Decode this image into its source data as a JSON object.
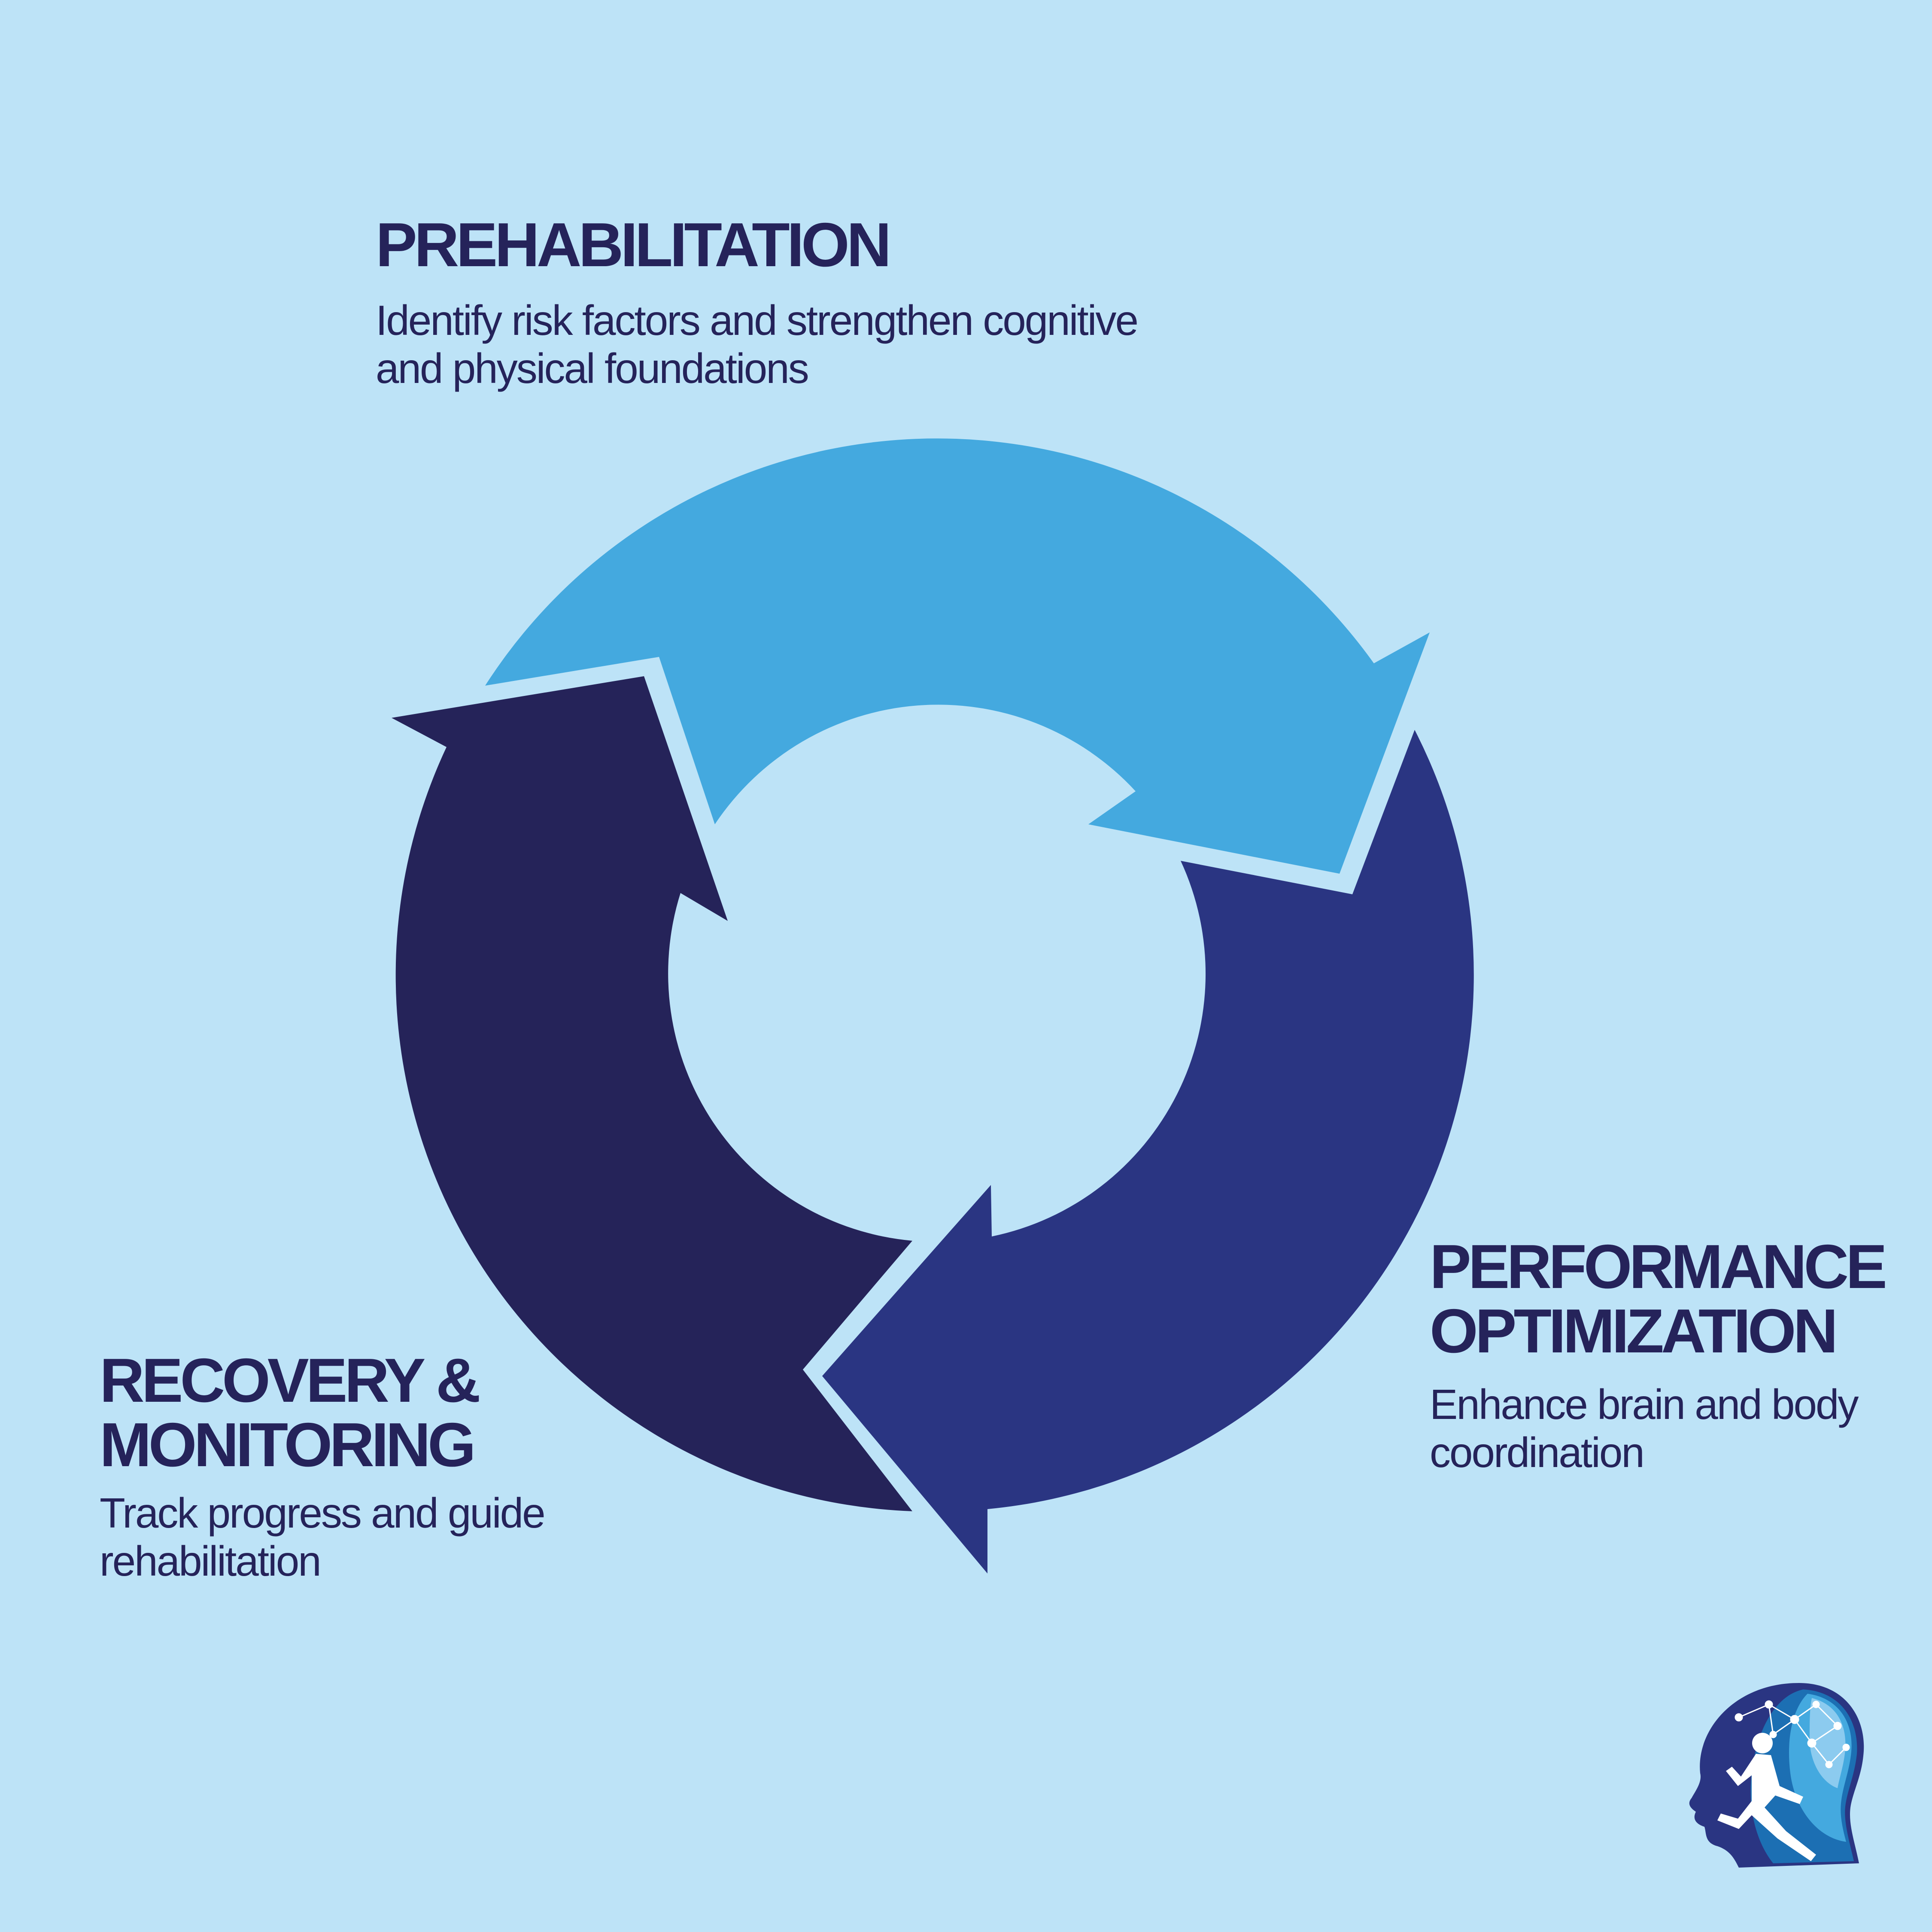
{
  "diagram": {
    "type": "cycle",
    "stages": [
      {
        "id": "prehabilitation",
        "title": "PREHABILITATION",
        "description": "Identify risk factors and strengthen cognitive and physical foundations",
        "color": "#44a9df"
      },
      {
        "id": "performance-optimization",
        "title": "PERFORMANCE\nOPTIMIZATION",
        "description": "Enhance brain and body coordination",
        "color": "#2a3582"
      },
      {
        "id": "recovery-monitoring",
        "title": "RECOVERY &\nMONITORING",
        "description": "Track progress and guide rehabilitation",
        "color": "#252359"
      }
    ]
  },
  "colors": {
    "background": "#bde3f7",
    "text": "#25235a"
  },
  "logo": {
    "icon": "head-with-runner-logo-icon"
  }
}
